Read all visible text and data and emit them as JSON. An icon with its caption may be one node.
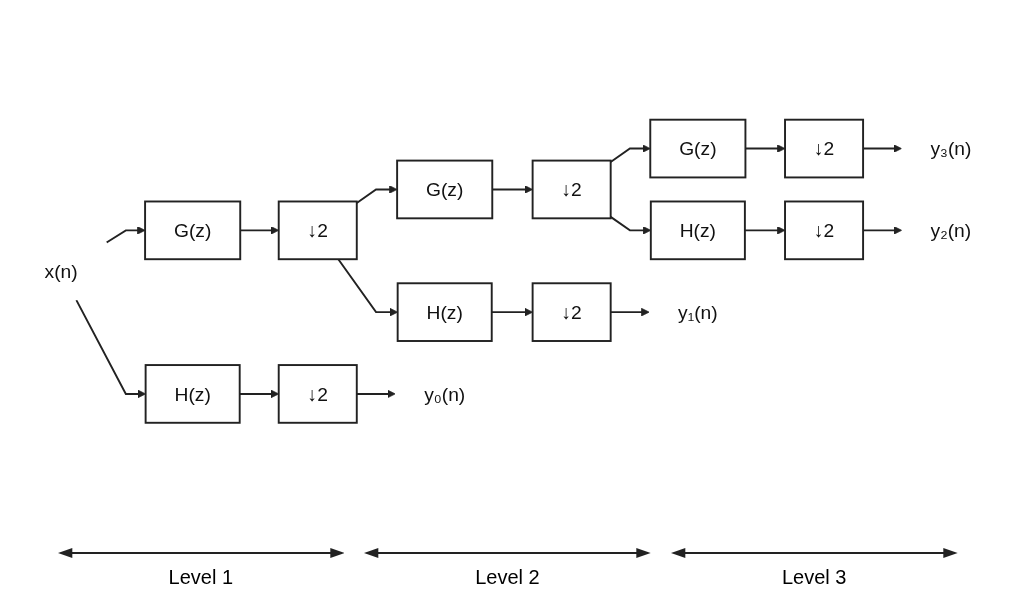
{
  "diagram": {
    "nodes": [
      {
        "text": [
          "x(n)"
        ]
      },
      {
        "text": [
          "G(z)"
        ]
      },
      {
        "text": [
          "↓2"
        ]
      },
      {
        "text": [
          "H(z)"
        ]
      },
      {
        "text": [
          "↓2"
        ]
      },
      {
        "text": [
          "G(z)"
        ]
      },
      {
        "text": [
          "↓2"
        ]
      },
      {
        "text": [
          "H(z)"
        ]
      },
      {
        "text": [
          "↓2"
        ]
      },
      {
        "text": [
          "G(z)"
        ]
      },
      {
        "text": [
          "↓2"
        ]
      },
      {
        "text": [
          "H(z)"
        ]
      },
      {
        "text": [
          "↓2"
        ]
      },
      {
        "text": [
          "y₃(n)"
        ]
      },
      {
        "text": [
          "y₂(n)"
        ]
      },
      {
        "text": [
          "y₁(n)"
        ]
      },
      {
        "text": [
          "y₀(n)"
        ]
      }
    ],
    "edges": [
      {
        "from": 0,
        "to": 1,
        "arrow": "to"
      },
      {
        "from": 0,
        "to": 3,
        "arrow": "to"
      },
      {
        "from": 1,
        "to": 2,
        "arrow": "to"
      },
      {
        "from": 3,
        "to": 4,
        "arrow": "to"
      },
      {
        "from": 2,
        "to": 5,
        "arrow": "to"
      },
      {
        "from": 2,
        "to": 7,
        "arrow": "to"
      },
      {
        "from": 4,
        "to": 16,
        "arrow": "to"
      },
      {
        "from": 5,
        "to": 6,
        "arrow": "to"
      },
      {
        "from": 7,
        "to": 8,
        "arrow": "to"
      },
      {
        "from": 8,
        "to": 15,
        "arrow": "to"
      },
      {
        "from": 6,
        "to": 9,
        "arrow": "to"
      },
      {
        "from": 6,
        "to": 11,
        "arrow": "to"
      },
      {
        "from": 9,
        "to": 10,
        "arrow": "to"
      },
      {
        "from": 11,
        "to": 12,
        "arrow": "to"
      },
      {
        "from": 10,
        "to": 13,
        "arrow": "to"
      },
      {
        "from": 12,
        "to": 14,
        "arrow": "to"
      }
    ],
    "labels": [
      "Level 1",
      "Level 2",
      "Level 3"
    ]
  }
}
